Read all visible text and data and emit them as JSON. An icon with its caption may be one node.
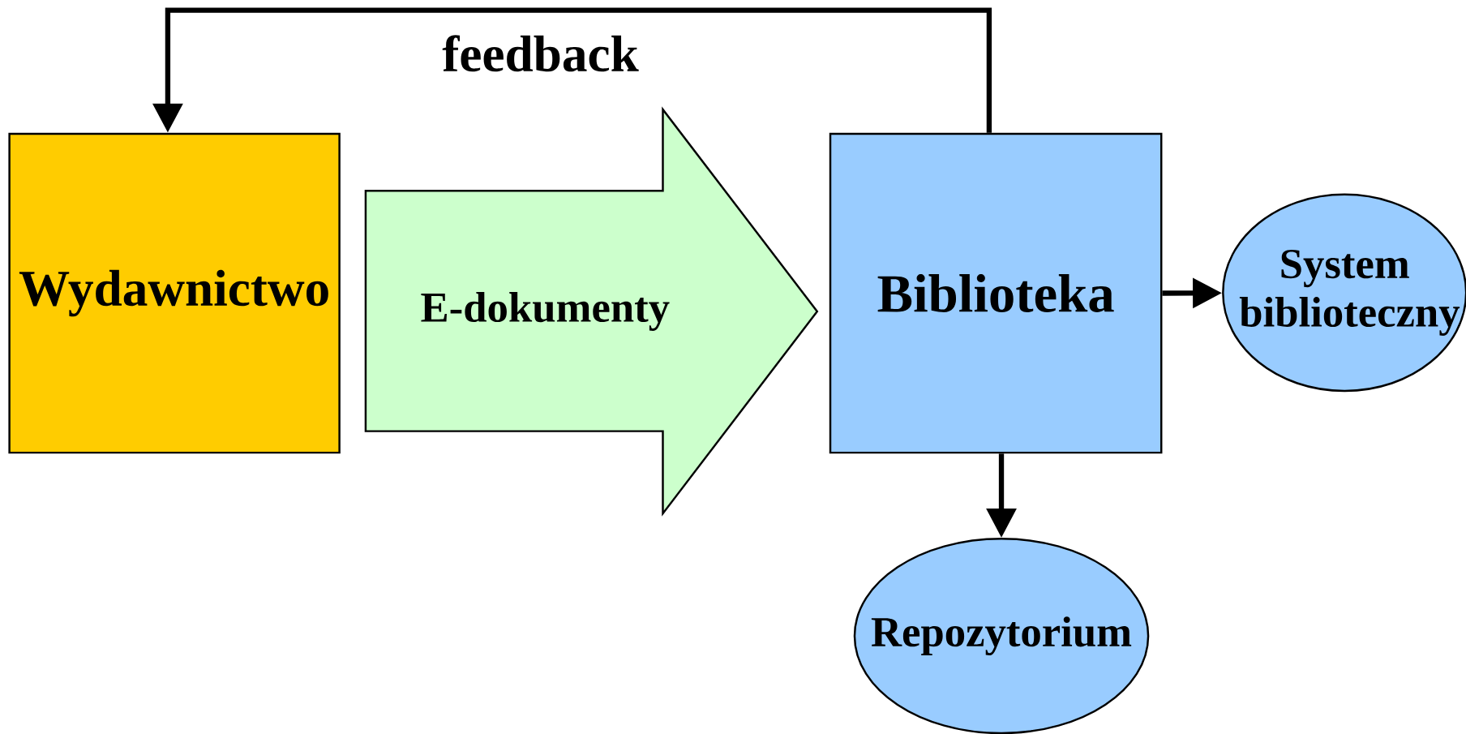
{
  "diagram": {
    "nodes": [
      {
        "text": [
          "Wydawnictwo"
        ]
      },
      {
        "text": [
          "Biblioteka"
        ]
      },
      {
        "text": [
          "System biblioteczny"
        ]
      },
      {
        "text": [
          "Repozytorium"
        ]
      }
    ],
    "edges": [
      {
        "from": 1,
        "to": 0,
        "arrow": "to",
        "label": "feedback"
      },
      {
        "from": 0,
        "to": 1,
        "arrow": "to",
        "label": "E-dokumenty",
        "style": "thick",
        "color": "#ccffcc"
      },
      {
        "from": 1,
        "to": 2,
        "arrow": "to"
      },
      {
        "from": 1,
        "to": 3,
        "arrow": "to"
      }
    ]
  }
}
